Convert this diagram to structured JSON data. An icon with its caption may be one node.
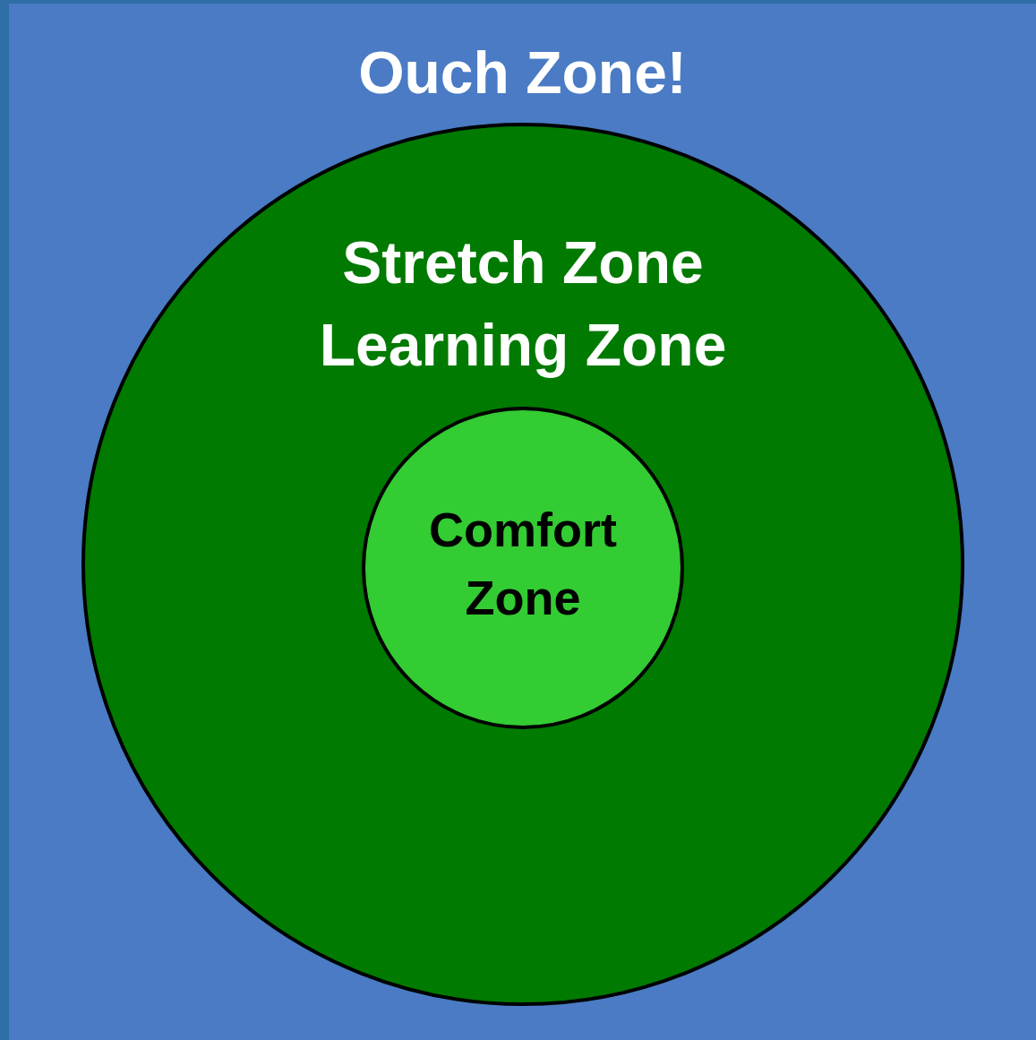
{
  "diagram": {
    "nodes": [
      {
        "text": [
          "Ouch Zone!"
        ]
      },
      {
        "text": [
          "Stretch Zone",
          "Learning Zone"
        ],
        "in": 0
      },
      {
        "text": [
          "Comfort Zone"
        ],
        "in": 1
      }
    ]
  }
}
